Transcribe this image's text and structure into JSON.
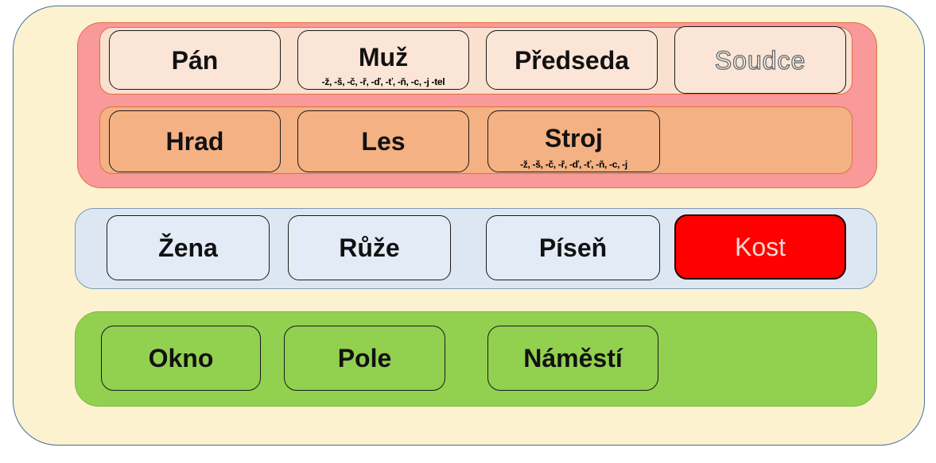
{
  "colors": {
    "outer_bg": "#FDF2CF",
    "outer_border": "#41719C",
    "masculine_wrap_bg": "#F9999A",
    "masculine_wrap_border": "#E0703F",
    "animate_strip_bg": "#FAE0CE",
    "animate_box_bg": "#FBE5D6",
    "inanimate_bg": "#F4B183",
    "feminine_band_bg": "#DCE7F3",
    "feminine_box_bg": "#E3EBF6",
    "kost_box_bg": "#FF0000",
    "kost_text": "#F2D7D5",
    "neuter_bg": "#92D050"
  },
  "rows": [
    {
      "id": "masculine-animate",
      "items": [
        {
          "label": "Pán",
          "sub": ""
        },
        {
          "label": "Muž",
          "sub": "-ž, -š, -č, -ř, -ď, -ť, -ň, -c, -j -tel"
        },
        {
          "label": "Předseda",
          "sub": ""
        },
        {
          "label": "Soudce",
          "sub": ""
        }
      ]
    },
    {
      "id": "masculine-inanimate",
      "items": [
        {
          "label": "Hrad",
          "sub": ""
        },
        {
          "label": "Les",
          "sub": ""
        },
        {
          "label": "Stroj",
          "sub": "-ž, -š, -č, -ř, -ď, -ť, -ň, -c, -j"
        }
      ]
    },
    {
      "id": "feminine",
      "items": [
        {
          "label": "Žena"
        },
        {
          "label": "Růže"
        },
        {
          "label": "Píseň"
        },
        {
          "label": "Kost"
        }
      ]
    },
    {
      "id": "neuter",
      "items": [
        {
          "label": "Okno"
        },
        {
          "label": "Pole"
        },
        {
          "label": "Náměstí"
        }
      ]
    }
  ]
}
